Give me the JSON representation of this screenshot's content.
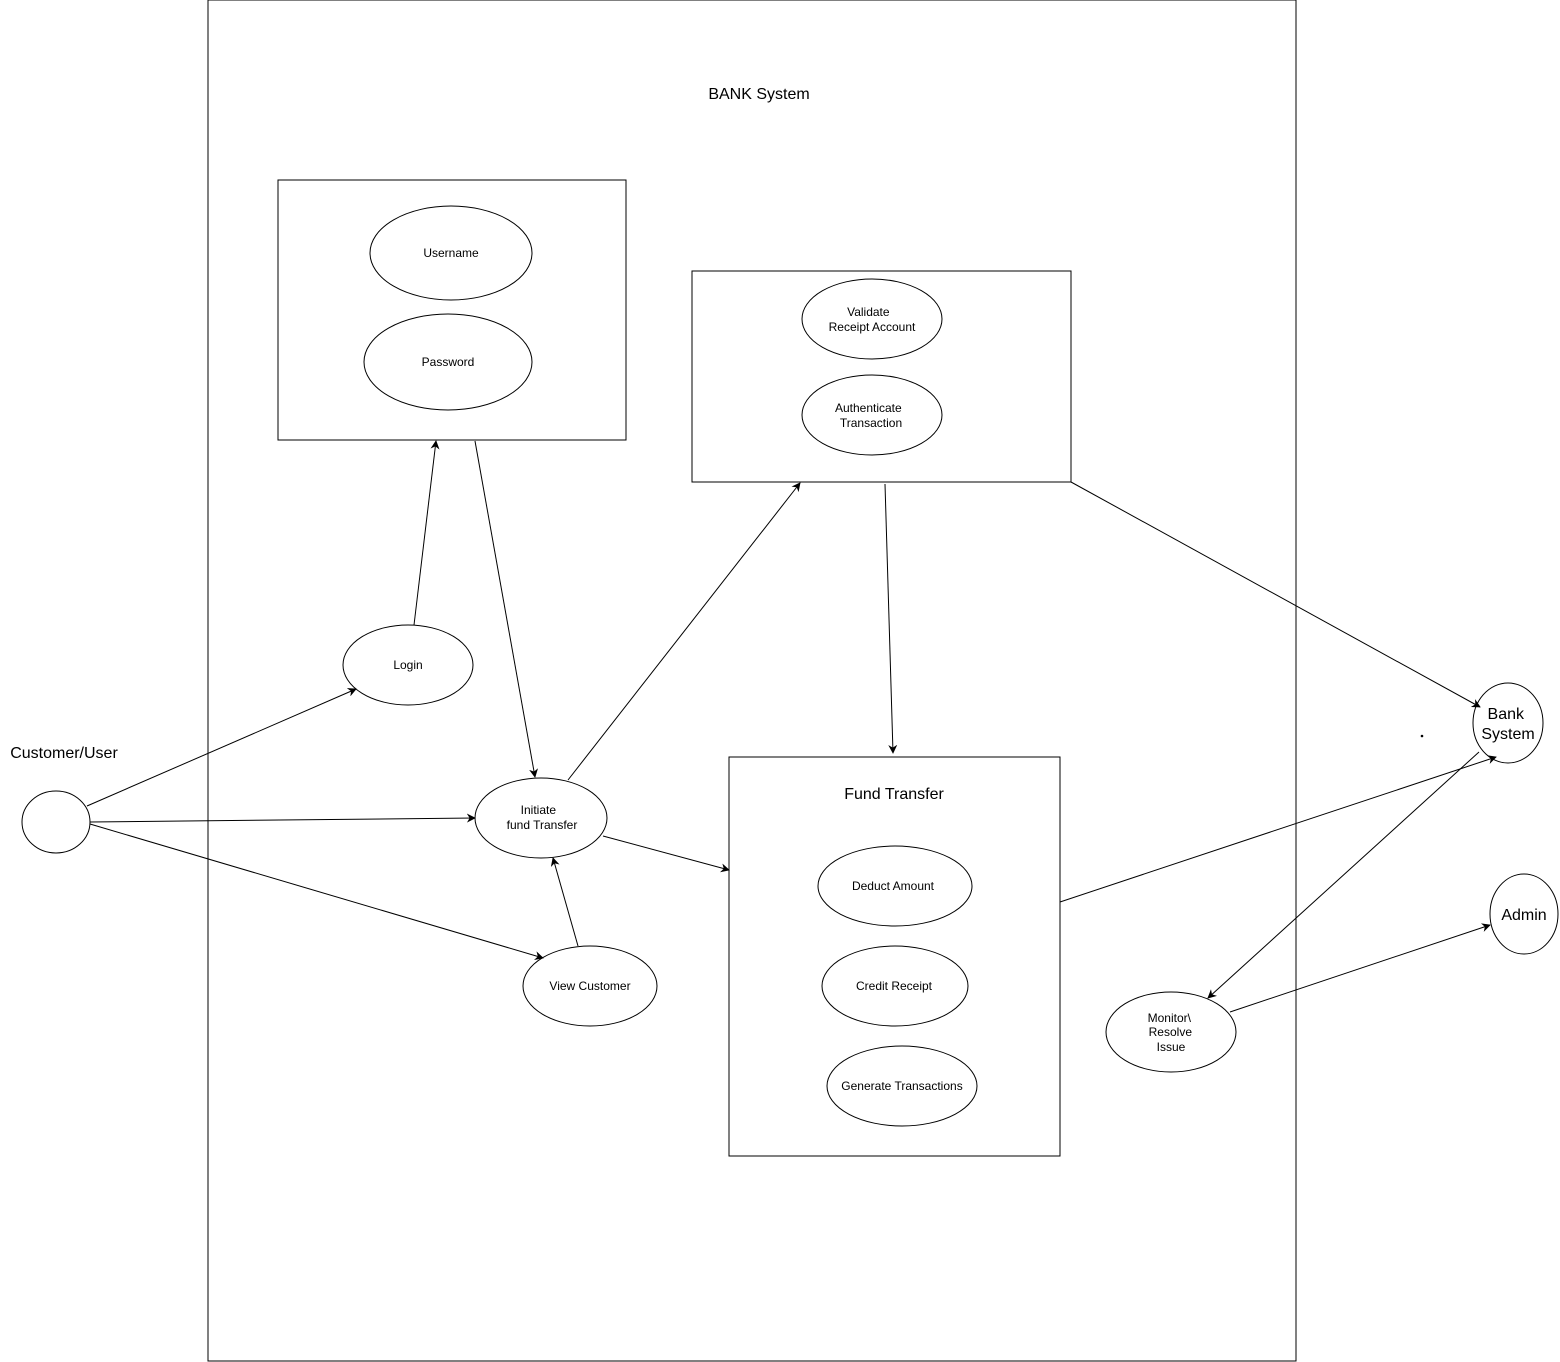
{
  "title": "BANK System",
  "actors": {
    "customer": "Customer/User",
    "bank_system": [
      "Bank",
      "System"
    ],
    "admin": "Admin"
  },
  "login_group": {
    "username": "Username",
    "password": "Password"
  },
  "validation_group": {
    "validate_receipt": [
      "Validate",
      "Receipt Account"
    ],
    "authenticate": [
      "Authenticate",
      "Transaction"
    ]
  },
  "fund_transfer_group": {
    "title": "Fund Transfer",
    "deduct": "Deduct Amount",
    "credit": "Credit Receipt",
    "generate": "Generate Transactions"
  },
  "use_cases": {
    "login": "Login",
    "initiate": [
      "Initiate",
      "fund Transfer"
    ],
    "view_customer": "View Customer",
    "monitor": [
      "Monitor\\",
      "Resolve",
      "Issue"
    ]
  },
  "colors": {
    "stroke": "#000000",
    "background": "#ffffff"
  }
}
